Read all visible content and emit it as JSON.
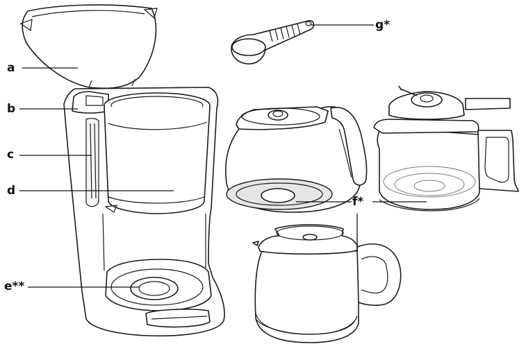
{
  "labels": {
    "a": "a",
    "b": "b",
    "c": "c",
    "d": "d",
    "e": "e**",
    "f": "f*",
    "g": "g*"
  },
  "colors": {
    "line": "#1a1a1a",
    "shade": "#e6e6e6",
    "background": "#ffffff"
  }
}
